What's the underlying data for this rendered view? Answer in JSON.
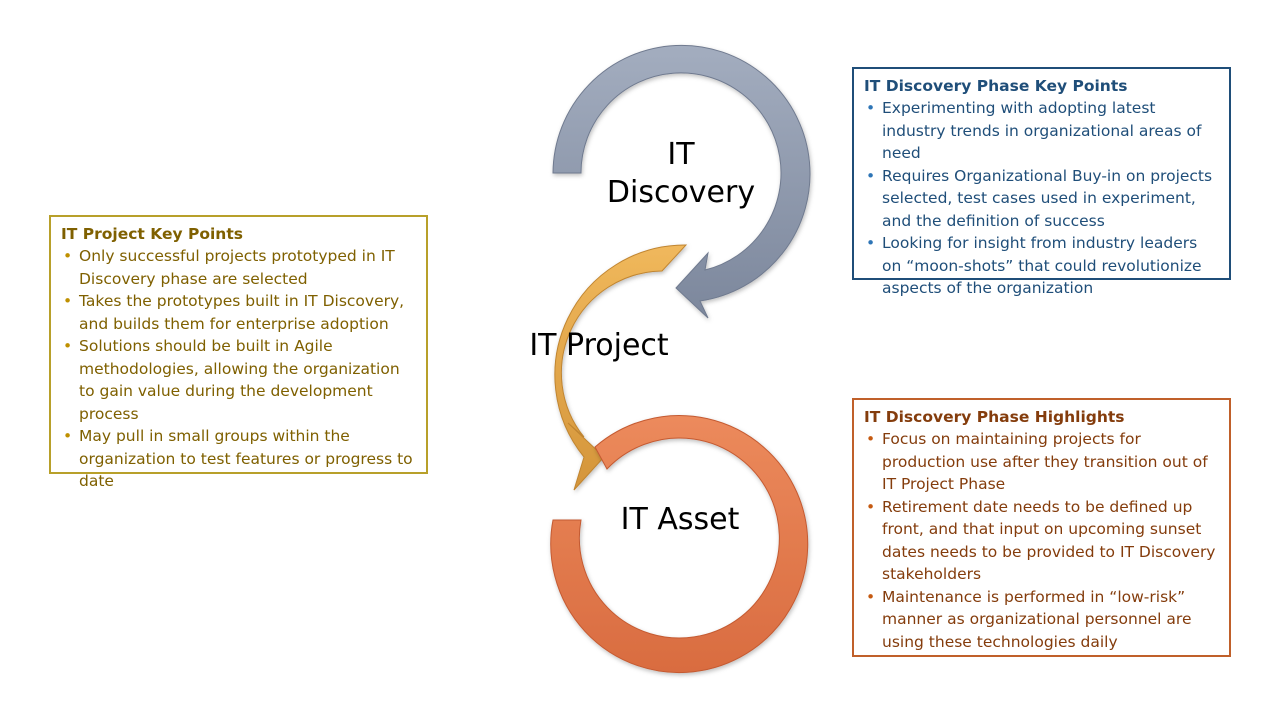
{
  "diagram": {
    "phases": [
      {
        "name": "IT\nDiscovery",
        "color": "#8c97ab"
      },
      {
        "name": "IT Project",
        "color": "#e0a24a"
      },
      {
        "name": "IT Asset",
        "color": "#e27b4f"
      }
    ]
  },
  "discovery_box": {
    "title": "IT Discovery Phase Key Points",
    "bullets": [
      "Experimenting with adopting latest industry trends in organizational areas of need",
      "Requires Organizational Buy-in on projects selected, test cases used in experiment, and the definition of success",
      "Looking for insight from industry leaders on “moon-shots” that could revolutionize aspects of the organization"
    ]
  },
  "project_box": {
    "title": "IT Project Key Points",
    "bullets": [
      "Only successful projects prototyped in IT Discovery phase are selected",
      "Takes the prototypes built in IT Discovery, and builds them for enterprise adoption",
      "Solutions should be built in Agile methodologies, allowing the organization to gain value during the development process",
      "May pull in small groups within the organization to test features or progress to date"
    ]
  },
  "asset_box": {
    "title": "IT Discovery Phase Highlights",
    "bullets": [
      "Focus on maintaining projects for production use after they transition out of IT Project Phase",
      "Retirement date needs to be defined up front, and that input on upcoming sunset dates needs to be provided to IT Discovery stakeholders",
      "Maintenance is performed in “low-risk” manner as organizational personnel are using these technologies daily"
    ]
  }
}
